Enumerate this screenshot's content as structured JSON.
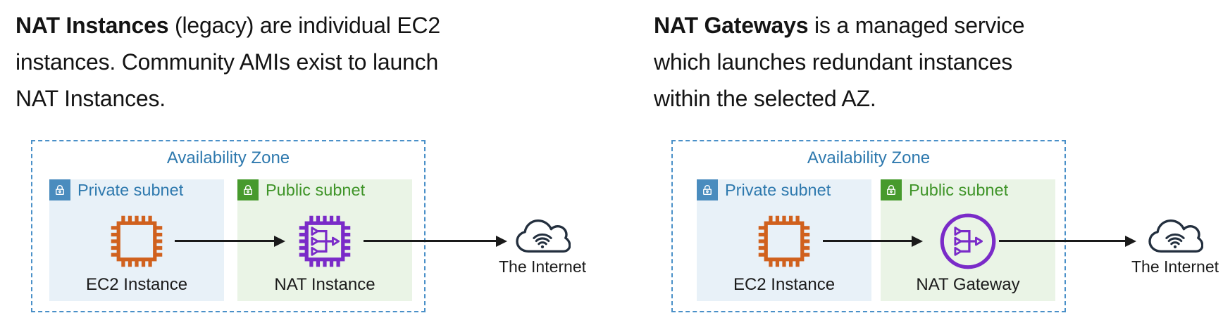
{
  "page": {
    "background": "#FFFFFF"
  },
  "colors": {
    "az_border": "#4A90C8",
    "az_text": "#2E79AE",
    "private_subnet_bg": "#E8F1F8",
    "private_badge": "#4A8CBE",
    "private_text": "#2E79AE",
    "public_subnet_bg": "#EAF4E6",
    "public_badge": "#479A2D",
    "public_text": "#3F9428",
    "ec2_orange": "#D0611E",
    "nat_purple": "#7A2BC8",
    "arrow_black": "#1A1A1A",
    "cloud_ink": "#232F3E",
    "body_text": "#141414"
  },
  "panels": [
    {
      "id": "nat-instances",
      "description": {
        "bold": "NAT Instances",
        "line1_rest": " (legacy) are individual EC2",
        "line2": "instances. Community AMIs exist to launch",
        "line3": "NAT Instances."
      },
      "diagram": {
        "az_label": "Availability Zone",
        "private_subnet": {
          "label": "Private subnet",
          "badge_icon": "lock-icon",
          "instance_icon": "ec2-instance-icon",
          "instance_label": "EC2 Instance"
        },
        "public_subnet": {
          "label": "Public subnet",
          "badge_icon": "lock-icon",
          "instance_icon": "nat-instance-icon",
          "instance_label": "NAT Instance"
        },
        "internet": {
          "icon": "internet-cloud-icon",
          "label": "The Internet"
        }
      }
    },
    {
      "id": "nat-gateways",
      "description": {
        "bold": "NAT Gateways",
        "line1_rest": " is a managed service",
        "line2": "which launches redundant instances",
        "line3": "within the selected AZ."
      },
      "diagram": {
        "az_label": "Availability Zone",
        "private_subnet": {
          "label": "Private subnet",
          "badge_icon": "lock-icon",
          "instance_icon": "ec2-instance-icon",
          "instance_label": "EC2 Instance"
        },
        "public_subnet": {
          "label": "Public subnet",
          "badge_icon": "lock-icon",
          "instance_icon": "nat-gateway-icon",
          "instance_label": "NAT Gateway"
        },
        "internet": {
          "icon": "internet-cloud-icon",
          "label": "The Internet"
        }
      }
    }
  ]
}
